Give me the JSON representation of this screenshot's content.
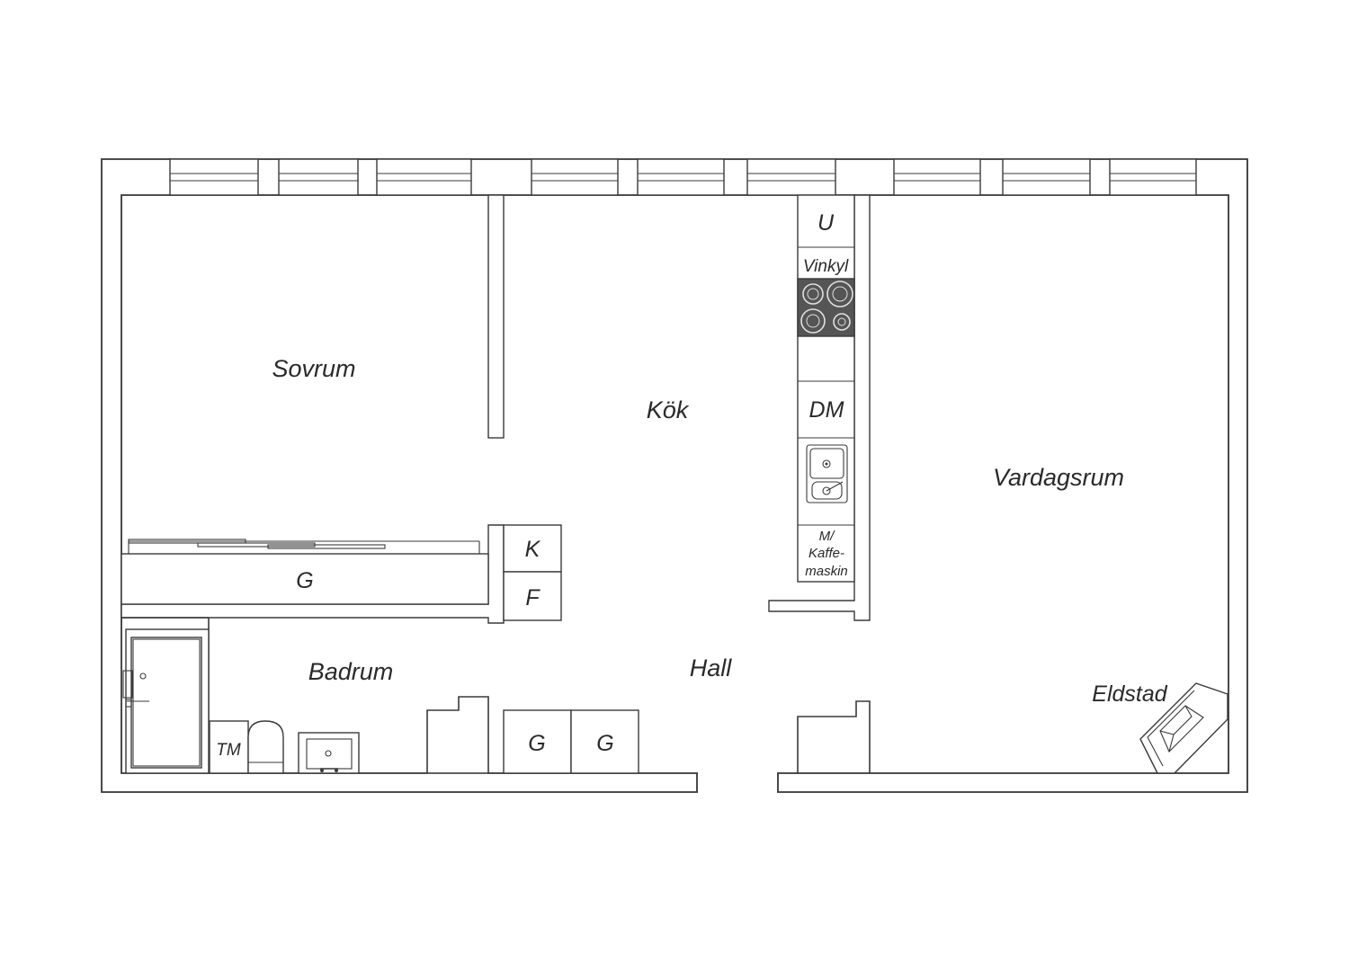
{
  "rooms": {
    "sovrum": "Sovrum",
    "kok": "Kök",
    "vardagsrum": "Vardagsrum",
    "badrum": "Badrum",
    "hall": "Hall"
  },
  "fixtures": {
    "u": "U",
    "vinkyl": "Vinkyl",
    "dm": "DM",
    "kaffe_1": "M/",
    "kaffe_2": "Kaffe-",
    "kaffe_3": "maskin",
    "k": "K",
    "f": "F",
    "g_bedroom": "G",
    "g_hall_1": "G",
    "g_hall_2": "G",
    "tm": "TM",
    "eldstad": "Eldstad"
  },
  "colors": {
    "wall_stroke": "#3a3a3a",
    "stove_top": "#555555",
    "background": "#ffffff"
  }
}
